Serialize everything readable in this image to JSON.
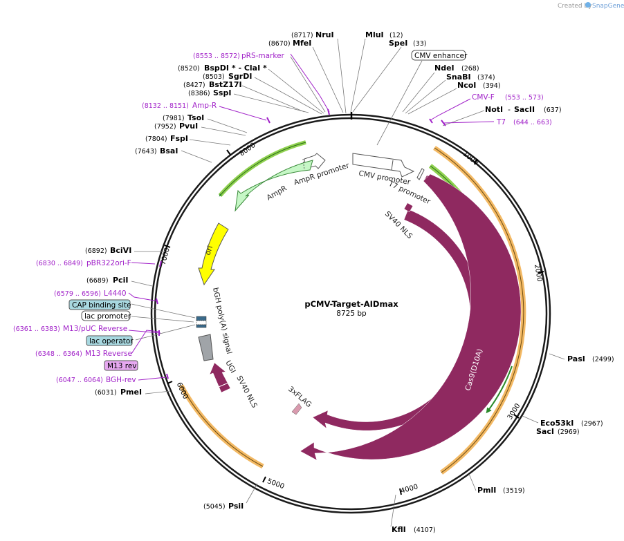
{
  "credit": {
    "prefix": "Created by",
    "brand": "SnapGene"
  },
  "plasmid": {
    "name": "pCMV-Target-AIDmax",
    "length_label": "8725 bp"
  },
  "ticks": [
    "1000",
    "2000",
    "3000",
    "4000",
    "5000",
    "6000",
    "7000",
    "8000"
  ],
  "enzymes": [
    {
      "name": "NruI",
      "pos": "(8717)"
    },
    {
      "name": "MluI",
      "pos": "(12)"
    },
    {
      "name": "MfeI",
      "pos": "(8670)"
    },
    {
      "name": "SpeI",
      "pos": "(33)"
    },
    {
      "name": "BspDI * - ClaI *",
      "pos": "(8520)"
    },
    {
      "name": "NdeI",
      "pos": "(268)"
    },
    {
      "name": "SgrDI",
      "pos": "(8503)"
    },
    {
      "name": "SnaBI",
      "pos": "(374)"
    },
    {
      "name": "BstZ17I",
      "pos": "(8427)"
    },
    {
      "name": "NcoI",
      "pos": "(394)"
    },
    {
      "name": "SspI",
      "pos": "(8386)"
    },
    {
      "name": "NotI",
      "sep": "-",
      "name2": "SacII",
      "pos": "(637)"
    },
    {
      "name": "TsoI",
      "pos": "(7981)"
    },
    {
      "name": "PvuI",
      "pos": "(7952)"
    },
    {
      "name": "FspI",
      "pos": "(7804)"
    },
    {
      "name": "BsaI",
      "pos": "(7643)"
    },
    {
      "name": "BciVI",
      "pos": "(6892)"
    },
    {
      "name": "PciI",
      "pos": "(6689)"
    },
    {
      "name": "PmeI",
      "pos": "(6031)"
    },
    {
      "name": "PasI",
      "pos": "(2499)"
    },
    {
      "name": "Eco53kI",
      "pos": "(2967)"
    },
    {
      "name": "SacI",
      "pos": "(2969)"
    },
    {
      "name": "PmlI",
      "pos": "(3519)"
    },
    {
      "name": "PsiI",
      "pos": "(5045)"
    },
    {
      "name": "KflI",
      "pos": "(4107)"
    }
  ],
  "primers": [
    {
      "name": "pRS-marker",
      "pos": "(8553 .. 8572)"
    },
    {
      "name": "Amp-R",
      "pos": "(8132 .. 8151)"
    },
    {
      "name": "CMV-F",
      "pos": "(553 .. 573)"
    },
    {
      "name": "T7",
      "pos": "(644 .. 663)"
    },
    {
      "name": "pBR322ori-F",
      "pos": "(6830 .. 6849)"
    },
    {
      "name": "L4440",
      "pos": "(6579 .. 6596)"
    },
    {
      "name": "M13/pUC Reverse",
      "pos": "(6361 .. 6383)"
    },
    {
      "name": "M13 Reverse",
      "pos": "(6348 .. 6364)"
    },
    {
      "name": "BGH-rev",
      "pos": "(6047 .. 6064)"
    }
  ],
  "boxed_labels": [
    "CMV enhancer",
    "CAP binding site",
    "lac promoter",
    "lac operator",
    "M13 rev"
  ],
  "features": [
    "AmpR",
    "AmpR promoter",
    "CMV promoter",
    "T7 promoter",
    "SV40 NLS",
    "ori",
    "bGH poly(A) signal",
    "UGI",
    "SV40 NLS",
    "3xFLAG",
    "Cas9",
    "Cas9(D10A)"
  ],
  "colors": {
    "backbone": "#1a1a1a",
    "cas9": "#8f2960",
    "ampr": "#c6f7c6",
    "ori": "#ffff00",
    "orange_highlight": "#f3b964",
    "green_highlight": "#8fd14f",
    "primer": "#a020c8",
    "cap_box": "#a8d8e0",
    "m13_box": "#e6a8f0"
  }
}
